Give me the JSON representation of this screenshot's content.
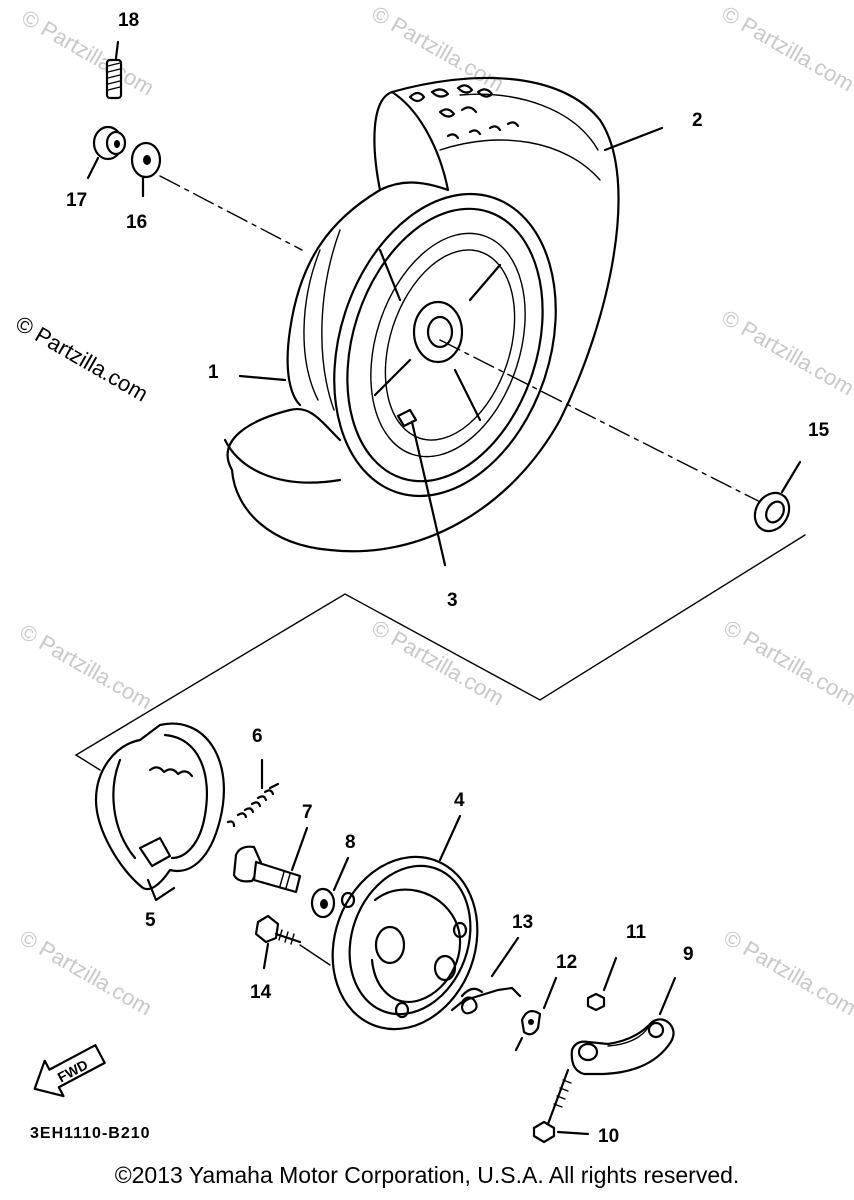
{
  "watermark_text": "© Partzilla.com",
  "fwd_arrow_label": "FWD",
  "drawing_code": "3EH1110-B210",
  "copyright": "©2013 Yamaha Motor Corporation, U.S.A. All rights reserved.",
  "callouts": {
    "c1": "1",
    "c2": "2",
    "c3": "3",
    "c4": "4",
    "c5": "5",
    "c6": "6",
    "c7": "7",
    "c8": "8",
    "c9": "9",
    "c10": "10",
    "c11": "11",
    "c12": "12",
    "c13": "13",
    "c14": "14",
    "c15": "15",
    "c16": "16",
    "c17": "17",
    "c18": "18"
  }
}
